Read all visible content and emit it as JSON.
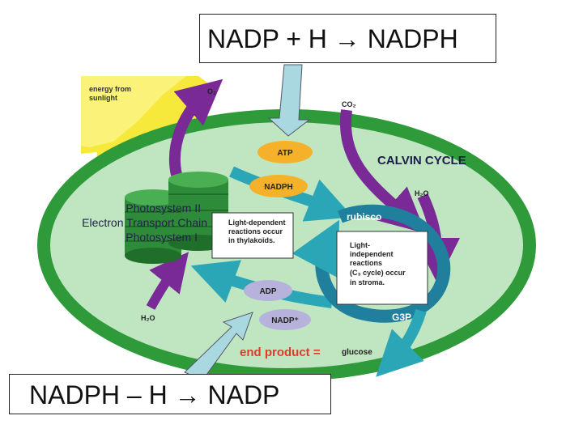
{
  "top_caption": "NADP + H → NADPH",
  "bottom_caption": "NADPH – H → NADP",
  "diagram": {
    "sunlight": "energy from\nsunlight",
    "o2": "O₂",
    "co2": "CO₂",
    "calvin_cycle": "CALVIN CYCLE",
    "h2o_top": "H₂O",
    "h2o_bottom": "H₂O",
    "atp": "ATP",
    "nadph": "NADPH",
    "adp": "ADP",
    "nadp_plus": "NADP⁺",
    "rubisco": "rubisco",
    "g3p": "G3P",
    "photosystem_ii": "Photosystem II",
    "electron_transport_chain": "Electron Transport Chain",
    "photosystem_i": "Photosystem I",
    "light_dependent": "Light-dependent\nreactions occur\nin thylakoids.",
    "light_independent": "Light-\nindependent\nreactions\n(C₃ cycle) occur\nin stroma.",
    "end_product": "end product =",
    "glucose": "glucose"
  },
  "colors": {
    "cell_fill": "#bfe6c0",
    "cell_border": "#2f9a3a",
    "thylakoid": "#2e8b3a",
    "arrow_teal": "#2aa6b6",
    "arrow_purple": "#7a2a96",
    "badge_orange": "#f5b12a",
    "badge_lavender": "#b7b2dc",
    "callout_arrow": "#a9d8e0",
    "end_product_red": "#e03a2a"
  }
}
